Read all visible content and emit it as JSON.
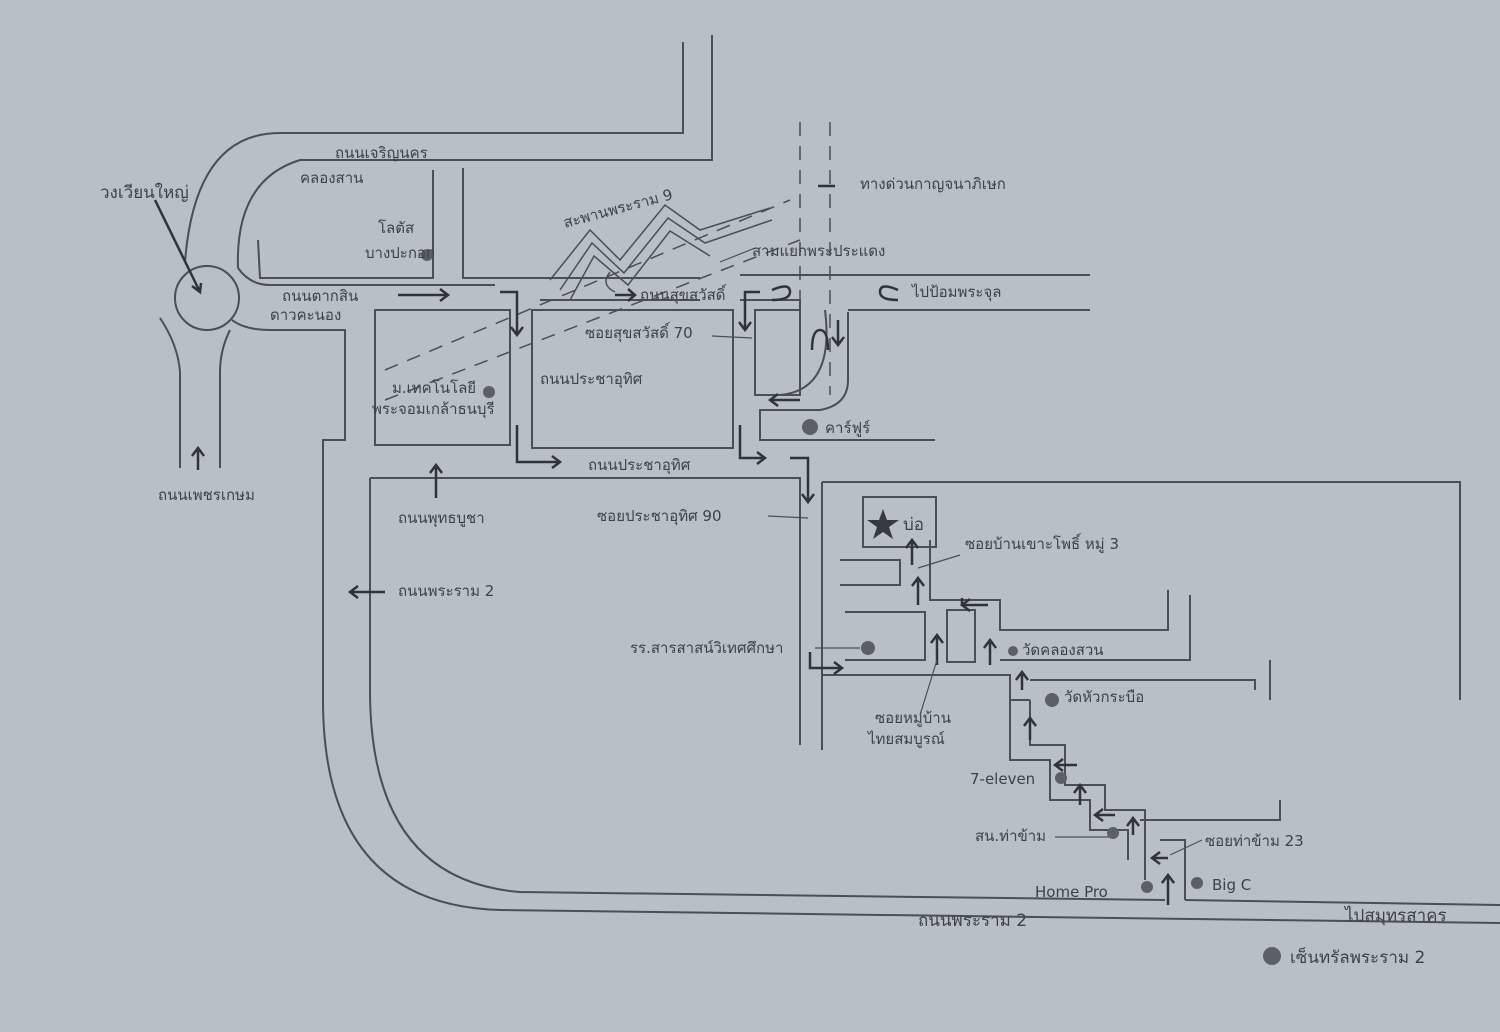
{
  "map": {
    "labels": {
      "roundabout": "วงเวียนใหญ่",
      "charoen_nakhon": "ถนนเจริญนคร",
      "khlong_san": "คลองสาน",
      "lotus": "โลตัส",
      "bang_pakok": "บางปะกอก",
      "taksin": "ถนนตากสิน",
      "dao_khanong": "ดาวคะนอง",
      "rama9_bridge": "สะพานพระราม 9",
      "expressway": "ทางด่วนกาญจนาภิเษก",
      "sam_yaek": "สามแยกพระประแดง",
      "suk_sawat": "ถนนสุขสวัสดิ์",
      "to_pom": "ไปป้อมพระจุล",
      "soi_suk_sawat_70": "ซอยสุขสวัสดิ์ 70",
      "kmutt_1": "ม.เทคโนโลยี",
      "kmutt_2": "พระจอมเกล้าธนบุรี",
      "pracha_uthit_1": "ถนนประชาอุทิศ",
      "pracha_uthit_2": "ถนนประชาอุทิศ",
      "carrefour": "คาร์ฟูร์",
      "phetkasem": "ถนนเพชรเกษม",
      "phutthabucha": "ถนนพุทธบูชา",
      "soi_pracha_uthit_90": "ซอยประชาอุทิศ 90",
      "destination": "บ่อ",
      "soi_ban_khao_pho": "ซอยบ้านเขาะโพธิ์ หมู่ 3",
      "rama2_left": "ถนนพระราม 2",
      "school": "รร.สารสาสน์วิเทศศึกษา",
      "wat_khlong_suan": "วัดคลองสวน",
      "wat_hua_krabue": "วัดหัวกระบือ",
      "soi_mu_ban_1": "ซอยหมู่บ้าน",
      "soi_mu_ban_2": "ไทยสมบูรณ์",
      "seven_eleven": "7-eleven",
      "tha_kham_office": "สน.ท่าข้าม",
      "soi_tha_kham_23": "ซอยท่าข้าม 23",
      "home_pro": "Home Pro",
      "big_c": "Big C",
      "rama2_bottom": "ถนนพระราม 2",
      "to_samut_sakhon": "ไปสมุทรสาคร",
      "central_rama2": "เซ็นทรัลพระราม 2"
    },
    "colors": {
      "paper": "#b9bfc7",
      "ink": "#4a4f57"
    }
  }
}
